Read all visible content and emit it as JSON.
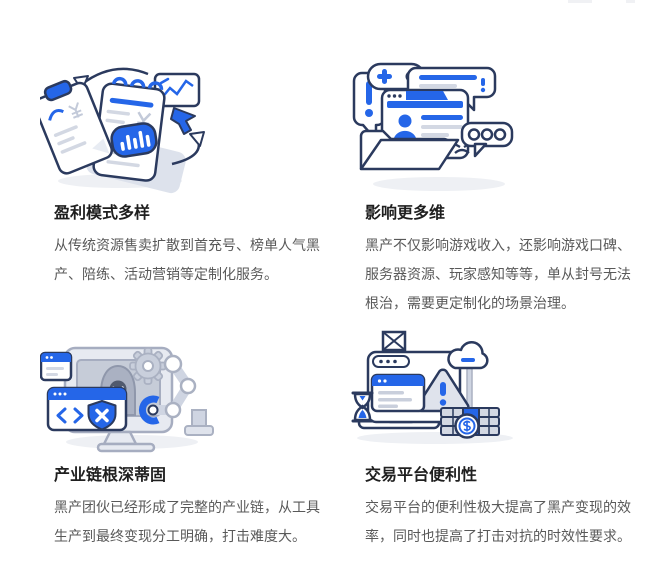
{
  "page": {
    "background": "#ffffff",
    "accent_color": "#2566e8",
    "outline_color": "#2b3a5e",
    "heading_color": "#1f1f1f",
    "body_text_color": "#595959",
    "shadow_color": "#eef0f4"
  },
  "features": [
    {
      "id": "profit-models",
      "title": "盈利模式多样",
      "description": "从传统资源售卖扩散到首充号、榜单人气黑产、陪练、活动营销等定制化服务。",
      "illustration": "clipboard-notepad-charts-illustration",
      "icons": [
        "clipboard-icon",
        "notepad-icon",
        "line-chart-card-icon",
        "bar-chart-badge-icon",
        "cursor-icon",
        "yen-icon",
        "refresh-arrow-icon"
      ]
    },
    {
      "id": "multi-dimension-impact",
      "title": "影响更多维",
      "description": "黑产不仅影响游戏收入，还影响游戏口碑、服务器资源、玩家感知等等，单从封号无法根治，需要更定制化的场景治理。",
      "illustration": "gamepad-browser-folder-illustration",
      "icons": [
        "gamepad-icon",
        "exclamation-bubble-icon",
        "alert-bubble-icon",
        "browser-window-icon",
        "user-profile-icon",
        "typing-bubble-icon",
        "folder-icon"
      ]
    },
    {
      "id": "industry-chain",
      "title": "产业链根深蒂固",
      "description": "黑产团伙已经形成了完整的产业链，从工具生产到最终变现分工明确，打击难度大。",
      "illustration": "hacker-monitor-robot-arm-illustration",
      "icons": [
        "monitor-icon",
        "hacker-icon",
        "gear-icon",
        "robot-arm-icon",
        "mini-browser-icon",
        "code-window-icon",
        "shield-x-icon"
      ]
    },
    {
      "id": "trading-platform",
      "title": "交易平台便利性",
      "description": "交易平台的便利性极大提高了黑产变现的效率，同时也提高了打击对抗的时效性要求。",
      "illustration": "laptop-warning-coins-illustration",
      "icons": [
        "envelope-icon",
        "browser-window-icon",
        "warning-triangle-icon",
        "cloud-icon",
        "coin-stack-icon",
        "dollar-coin-icon",
        "hourglass-icon",
        "popup-window-icon"
      ]
    }
  ]
}
